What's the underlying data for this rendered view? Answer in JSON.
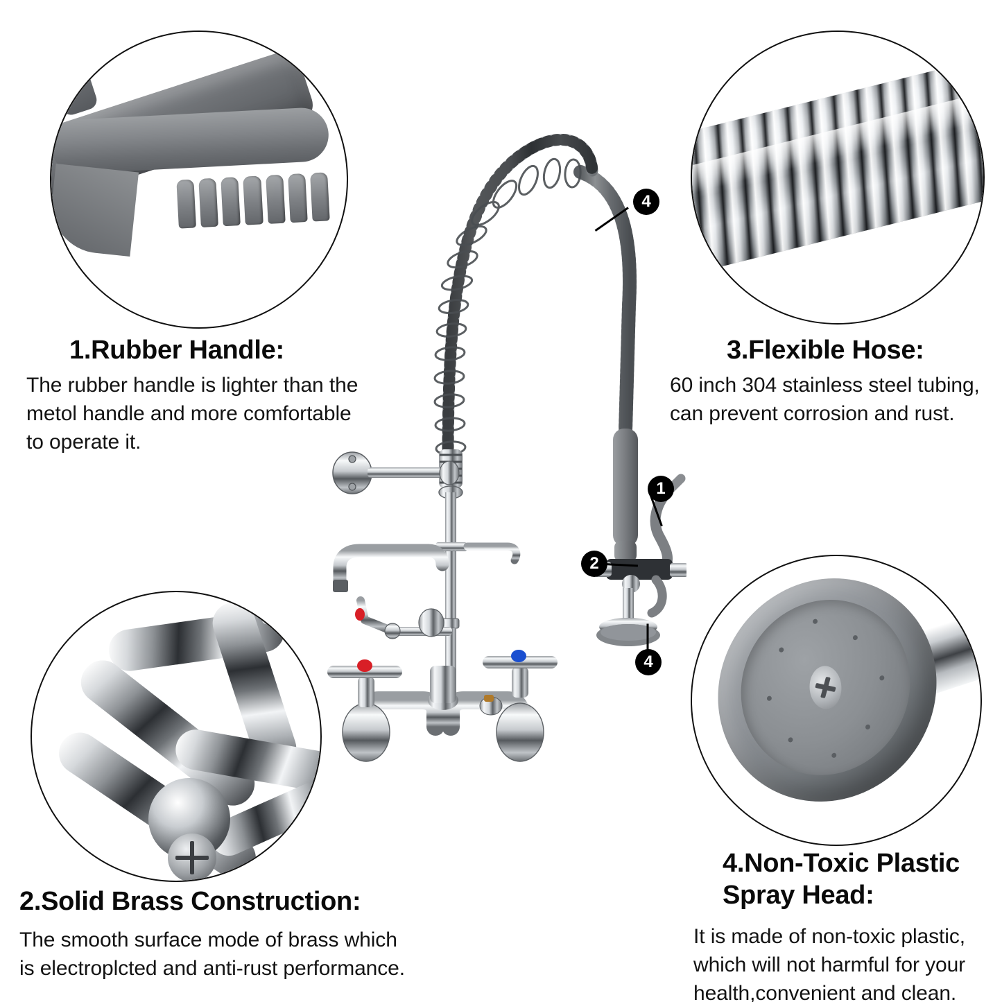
{
  "sections": [
    {
      "id": "rubber-handle",
      "number": "1",
      "title": "1.Rubber Handle:",
      "body": "The rubber handle is lighter than the\nmetol handle and more comfortable\nto operate it.",
      "photo_caption": "rubber-handle-closeup"
    },
    {
      "id": "solid-brass",
      "number": "2",
      "title": "2.Solid Brass Construction:",
      "body": "The smooth surface mode of brass which\nis electroplcted and anti-rust performance.",
      "photo_caption": "brass-pipe-closeup"
    },
    {
      "id": "flexible-hose",
      "number": "3",
      "title": "3.Flexible Hose:",
      "body": "60 inch 304 stainless steel tubing,\ncan prevent corrosion and rust.",
      "photo_caption": "flexible-hose-closeup"
    },
    {
      "id": "spray-head",
      "number": "4",
      "title": "4.Non-Toxic Plastic\nSpray Head:",
      "body": "It is made of non-toxic plastic,\nwhich will not harmful for your\nhealth,convenient and clean.",
      "photo_caption": "spray-head-closeup"
    }
  ],
  "markers": [
    {
      "id": "hose",
      "label": "4",
      "points_at": "flexible-hose"
    },
    {
      "id": "grip",
      "label": "1",
      "points_at": "rubber-squeeze-lever"
    },
    {
      "id": "valve",
      "label": "2",
      "points_at": "brass-valve-body"
    },
    {
      "id": "head",
      "label": "4",
      "points_at": "plastic-spray-head"
    }
  ],
  "product": {
    "name": "pre-rinse-faucet-assembly",
    "hot_handle_color": "#d81f26",
    "cold_handle_color": "#1a4fd0",
    "chrome_color": "#c9cdd1",
    "rubber_color": "#7c7f83"
  },
  "colors": {
    "background": "#ffffff",
    "text": "#111111",
    "marker_bg": "#000000",
    "marker_fg": "#ffffff",
    "circle_border": "#111111"
  }
}
